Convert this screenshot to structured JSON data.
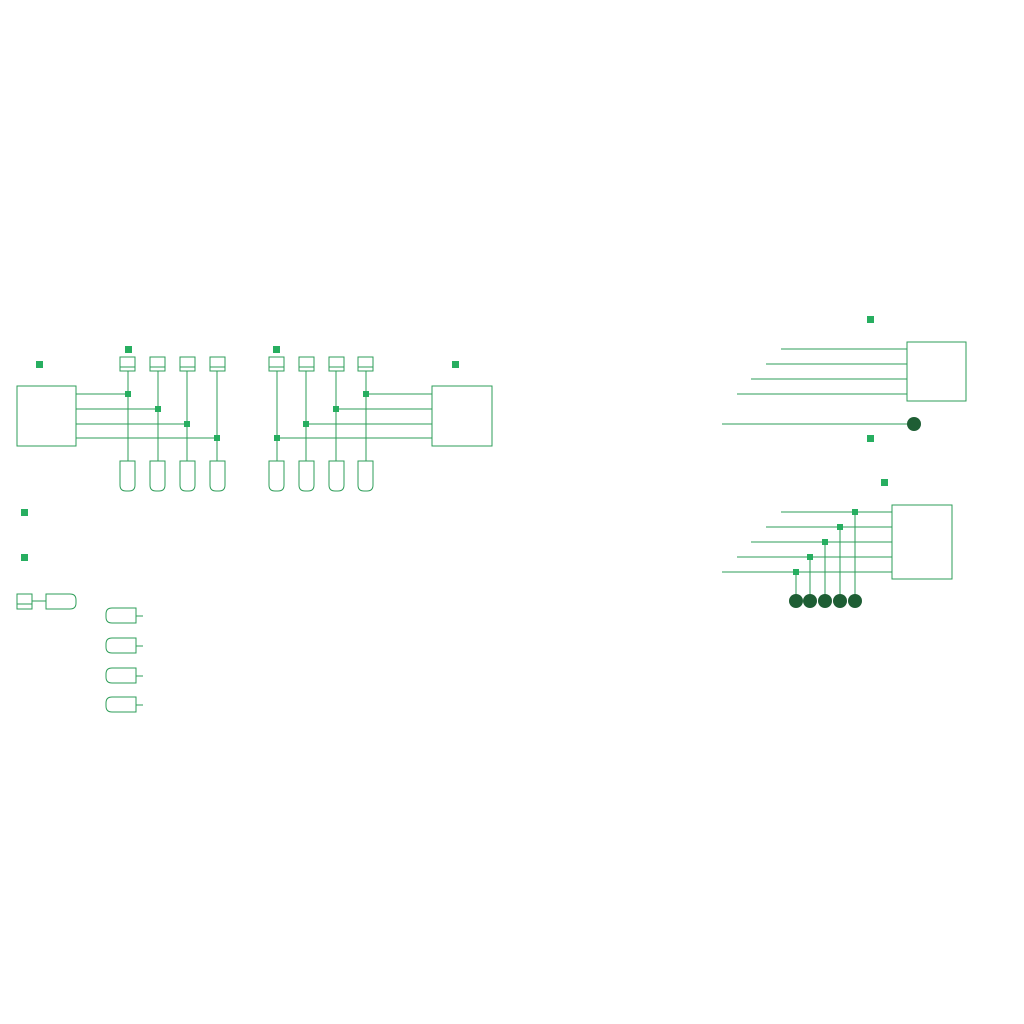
{
  "diagram": {
    "colors": {
      "line": "#2e9e58",
      "marker": "#27ae60",
      "dark_dot": "#1e5e34",
      "background": "#ffffff"
    },
    "groups": [
      {
        "id": "left-bus-block",
        "description_visible_text": ""
      },
      {
        "id": "right-top-block",
        "description_visible_text": ""
      },
      {
        "id": "right-bottom-block",
        "description_visible_text": ""
      }
    ]
  }
}
